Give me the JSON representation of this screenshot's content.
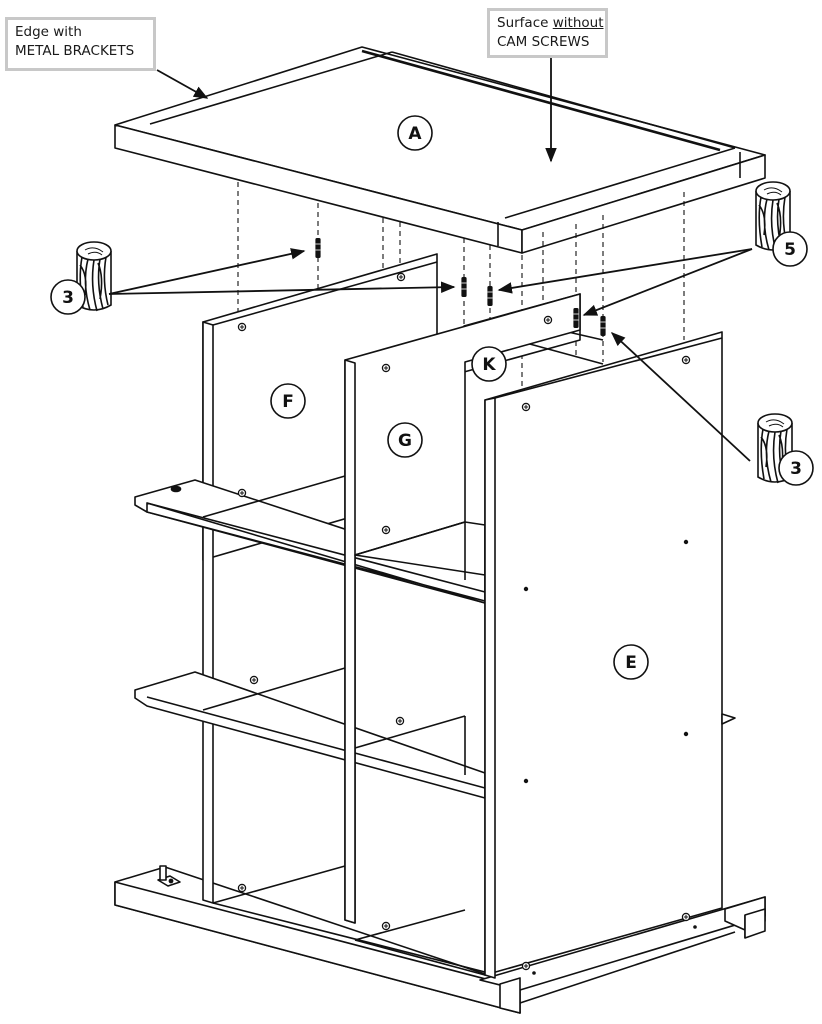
{
  "callouts": {
    "edge": {
      "line1": "Edge with",
      "line2": "METAL BRACKETS"
    },
    "surface": {
      "prefix": "Surface ",
      "emph": "without",
      "line2": "CAM SCREWS"
    }
  },
  "panel_labels": {
    "A": "A",
    "E": "E",
    "F": "F",
    "G": "G",
    "K": "K"
  },
  "hardware": {
    "dowel_left_qty": "3",
    "dowel_upper_right_qty": "5",
    "dowel_lower_right_qty": "3"
  },
  "colors": {
    "line": "#111111",
    "note_border": "#c8c8c8",
    "background": "#ffffff"
  },
  "icons": [
    "wooden-dowel-icon",
    "cam-screw-icon",
    "screw-hole-icon"
  ]
}
